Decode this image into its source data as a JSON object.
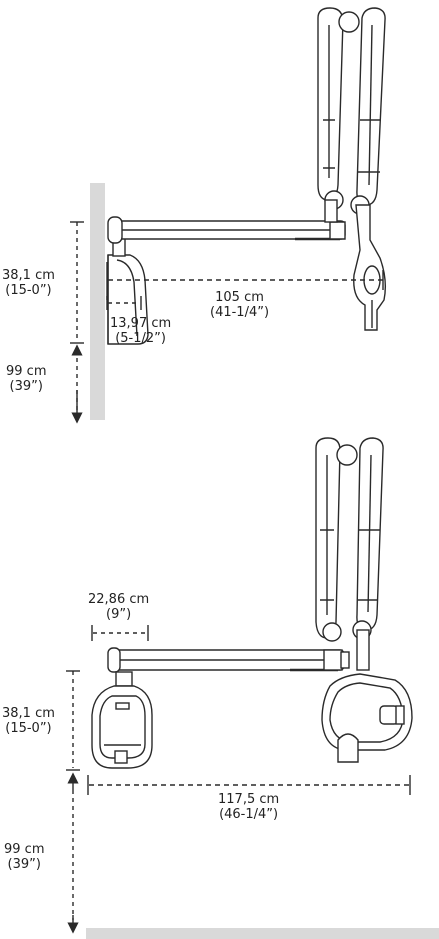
{
  "top_view": {
    "height_upper": {
      "line1": "38,1 cm",
      "line2": "(15-0”)"
    },
    "height_lower": {
      "line1": "99 cm",
      "line2": "(39”)"
    },
    "reach": {
      "line1": "105 cm",
      "line2": "(41-1/4”)"
    },
    "wall_offset": {
      "line1": "13,97 cm",
      "line2": "(5-1/2”)"
    }
  },
  "bottom_view": {
    "head_width": {
      "line1": "22,86 cm",
      "line2": "(9”)"
    },
    "height_upper": {
      "line1": "38,1 cm",
      "line2": "(15-0”)"
    },
    "reach": {
      "line1": "117,5 cm",
      "line2": "(46-1/4”)"
    },
    "height_lower": {
      "line1": "99 cm",
      "line2": "(39”)"
    }
  },
  "colors": {
    "line": "#2a2a2a",
    "wall": "#d9d9d9"
  }
}
